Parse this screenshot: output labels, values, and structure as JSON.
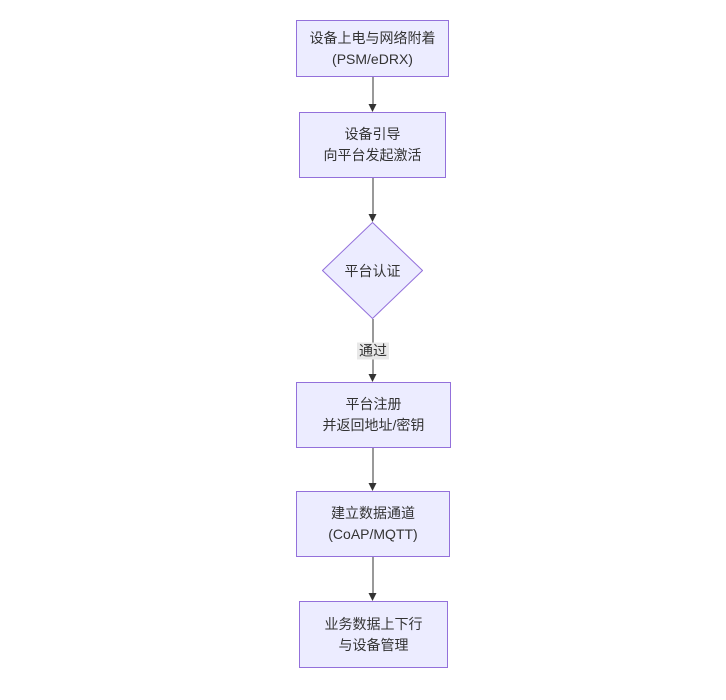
{
  "flowchart": {
    "type": "vertical-flowchart",
    "colors": {
      "node_fill": "#ECECFF",
      "node_border": "#9370DB",
      "arrow": "#333333",
      "text": "#333333",
      "edge_label_bg": "#e8e8e8",
      "background": "#ffffff"
    },
    "nodes": [
      {
        "id": "n1",
        "shape": "rect",
        "lines": [
          "设备上电与网络附着",
          "(PSM/eDRX)"
        ]
      },
      {
        "id": "n2",
        "shape": "rect",
        "lines": [
          "设备引导",
          "向平台发起激活"
        ]
      },
      {
        "id": "n3",
        "shape": "diamond",
        "lines": [
          "平台认证"
        ]
      },
      {
        "id": "n4",
        "shape": "rect",
        "lines": [
          "平台注册",
          "并返回地址/密钥"
        ]
      },
      {
        "id": "n5",
        "shape": "rect",
        "lines": [
          "建立数据通道",
          "(CoAP/MQTT)"
        ]
      },
      {
        "id": "n6",
        "shape": "rect",
        "lines": [
          "业务数据上下行",
          "与设备管理"
        ]
      }
    ],
    "edges": [
      {
        "from": "n1",
        "to": "n2",
        "label": ""
      },
      {
        "from": "n2",
        "to": "n3",
        "label": ""
      },
      {
        "from": "n3",
        "to": "n4",
        "label": "通过"
      },
      {
        "from": "n4",
        "to": "n5",
        "label": ""
      },
      {
        "from": "n5",
        "to": "n6",
        "label": ""
      }
    ]
  }
}
